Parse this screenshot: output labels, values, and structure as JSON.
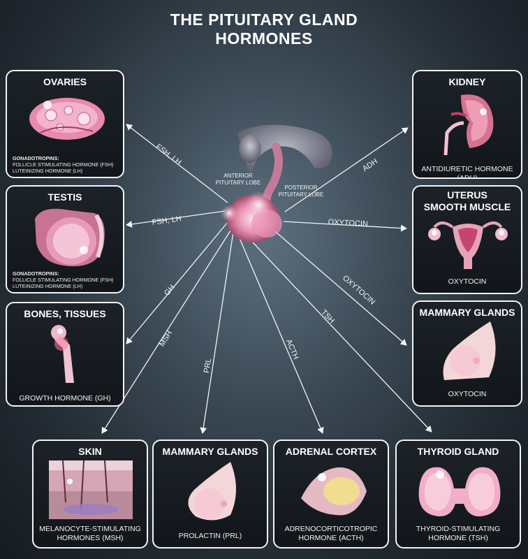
{
  "title": {
    "line1": "THE PITUITARY GLAND",
    "line2": "HORMONES"
  },
  "gland": {
    "anterior": "ANTERIOR\nPITUITARY LOBE",
    "posterior": "POSTERIOR\nPITUITARY LOBE"
  },
  "arrows": {
    "ovaries": "FSH, LH",
    "testis": "FSH, LH",
    "bones": "GH",
    "skin": "MSH",
    "mammary_bottom": "PRL",
    "adrenal": "ACTH",
    "thyroid": "TSH",
    "mammary_right": "OXYTOCIN",
    "uterus": "OXYTOCIN",
    "kidney": "ADH"
  },
  "boxes": {
    "ovaries": {
      "title": "OVARIES",
      "gon_head": "GONADOTROPINS:",
      "gon_l1": "FOLLICLE STIMULATING HORMONE (FSH)",
      "gon_l2": "LUTEINIZING HORMONE (LH)"
    },
    "testis": {
      "title": "TESTIS",
      "gon_head": "GONADOTROPINS:",
      "gon_l1": "FOLLICLE STIMULATING HORMONE (FSH)",
      "gon_l2": "LUTEINIZING HORMONE (LH)"
    },
    "bones": {
      "title": "BONES, TISSUES",
      "sub": "GROWTH HORMONE (GH)"
    },
    "skin": {
      "title": "SKIN",
      "sub1": "MELANOCYTE-STIMULATING",
      "sub2": "HORMONES (MSH)"
    },
    "mammary_bottom": {
      "title": "MAMMARY GLANDS",
      "sub": "PROLACTIN (PRL)"
    },
    "adrenal": {
      "title": "ADRENAL CORTEX",
      "sub1": "ADRENOCORTICOTROPIC",
      "sub2": "HORMONE (ACTH)"
    },
    "thyroid": {
      "title": "THYROID GLAND",
      "sub1": "THYROID-STIMULATING",
      "sub2": "HORMONE (TSH)"
    },
    "kidney": {
      "title": "KIDNEY",
      "sub": "ANTIDIURETIC HORMONE (ADH)"
    },
    "uterus": {
      "title1": "UTERUS",
      "title2": "SMOOTH MUSCLE",
      "sub": "OXYTOCIN"
    },
    "mammary_right": {
      "title": "MAMMARY GLANDS",
      "sub": "OXYTOCIN"
    }
  },
  "colors": {
    "pink": "#e7789f",
    "deep_pink": "#c6406f",
    "light_pink": "#f7c9d8",
    "box_border": "#f4f4f4"
  }
}
